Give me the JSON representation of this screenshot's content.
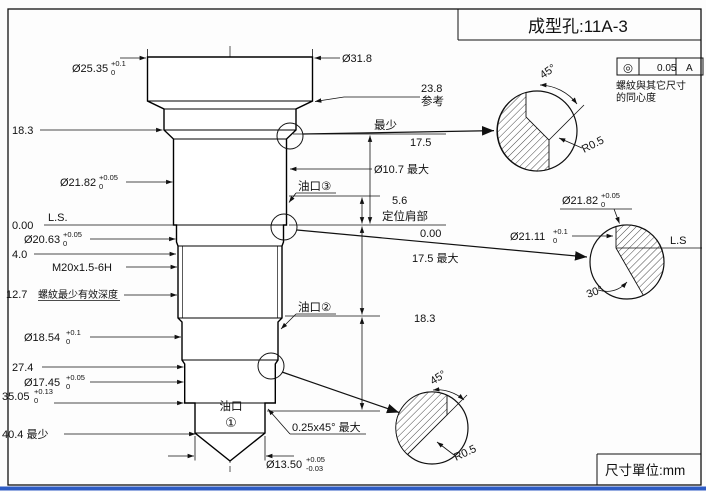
{
  "title": "成型孔:11A-3",
  "units_label": "尺寸單位:mm",
  "fcf": {
    "symbol": "◎",
    "tolerance": "0.05",
    "datum": "A",
    "note1": "螺紋與其它尺寸",
    "note2": "的同心度"
  },
  "L": {
    "d2535": {
      "t": "Ø25.35",
      "up": "+0.1",
      "dn": "0"
    },
    "d318": {
      "t": "Ø31.8"
    },
    "ref238": {
      "t": "23.8",
      "t2": "参考"
    },
    "l183L": {
      "t": "18.3"
    },
    "minTop": {
      "t": "最少"
    },
    "l175Top": {
      "t": "17.5"
    },
    "d2182": {
      "t": "Ø21.82",
      "up": "+0.05",
      "dn": "0"
    },
    "d107": {
      "t": "Ø10.7 最大"
    },
    "port3": {
      "t": "油口③"
    },
    "l56": {
      "t": "5.6"
    },
    "zeroL": {
      "t": "0.00"
    },
    "lsL": {
      "t": "L.S."
    },
    "shoulder": {
      "t": "定位肩部"
    },
    "zeroR": {
      "t": "0.00"
    },
    "d2063": {
      "t": "Ø20.63",
      "up": "+0.05",
      "dn": "0"
    },
    "l40": {
      "t": "4.0"
    },
    "thread": {
      "t": "M20x1.5-6H"
    },
    "l175Max": {
      "t": "17.5 最大"
    },
    "l127": {
      "t": "12.7"
    },
    "threadNote": {
      "t": "螺紋最少有效深度"
    },
    "port2": {
      "t": "油口②"
    },
    "l183R": {
      "t": "18.3"
    },
    "d1854": {
      "t": "Ø18.54",
      "up": "+0.1",
      "dn": "0"
    },
    "l274": {
      "t": "27.4"
    },
    "d1745": {
      "t": "Ø17.45",
      "up": "+0.05",
      "dn": "0"
    },
    "l3505": {
      "t": "35.05",
      "up": "+0.13",
      "dn": "0"
    },
    "port1a": {
      "t": "油口"
    },
    "port1b": {
      "t": "①"
    },
    "l404": {
      "t": "40.4 最少"
    },
    "chamfer": {
      "t": "0.25x45° 最大"
    },
    "d1350": {
      "t": "Ø13.50",
      "up": "+0.05",
      "dn": "-0.03"
    },
    "dtTop": {
      "angle": "45°",
      "radius": "R0.5"
    },
    "dtMid": {
      "d2182t": "Ø21.82",
      "d2182up": "+0.05",
      "d2182dn": "0",
      "d2111t": "Ø21.11",
      "d2111up": "+0.1",
      "d2111dn": "0",
      "ls": "L.S",
      "angle": "30°"
    },
    "dtBot": {
      "angle": "45°",
      "radius": "R0.5"
    }
  }
}
